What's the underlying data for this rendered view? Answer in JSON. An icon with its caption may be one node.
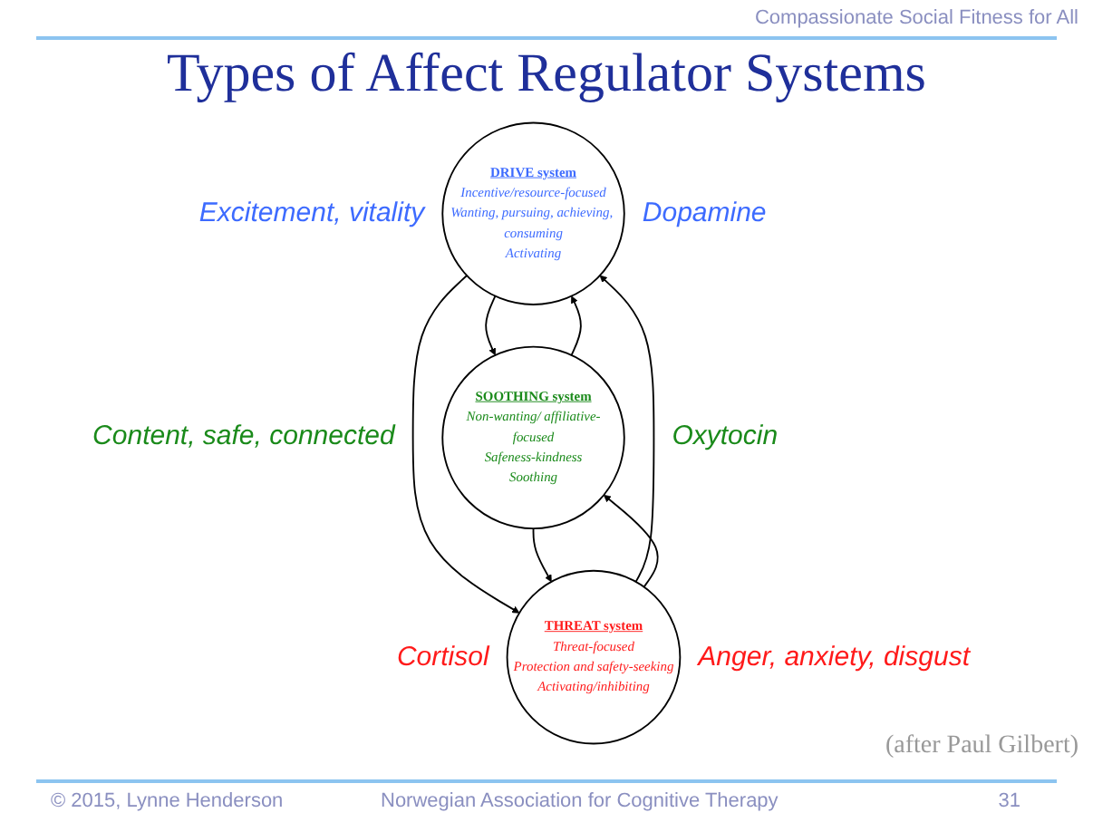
{
  "diagram": {
    "title": "Types of Affect Regulator Systems",
    "nodes": [
      {
        "text": [
          "DRIVE system",
          "Incentive/resource-focused",
          "Wanting, pursuing, achieving, consuming",
          "Activating"
        ],
        "beside": [
          "Excitement, vitality",
          "Dopamine"
        ]
      },
      {
        "text": [
          "SOOTHING system",
          "Non-wanting/ affiliative-focused",
          "Safeness-kindness",
          "Soothing"
        ],
        "beside": [
          "Content, safe, connected",
          "Oxytocin"
        ]
      },
      {
        "text": [
          "THREAT system",
          "Threat-focused",
          "Protection and safety-seeking",
          "Activating/inhibiting"
        ],
        "beside": [
          "Cortisol",
          "Anger, anxiety, disgust"
        ]
      }
    ],
    "edges": [
      {
        "from": 1,
        "to": 0,
        "arrow": "to"
      },
      {
        "from": 0,
        "to": 1,
        "arrow": "to"
      },
      {
        "from": 0,
        "to": 2,
        "arrow": "to"
      },
      {
        "from": 2,
        "to": 0,
        "arrow": "to"
      },
      {
        "from": 2,
        "to": 1,
        "arrow": "to"
      },
      {
        "from": 1,
        "to": 2,
        "arrow": "to"
      }
    ],
    "labels": [
      "Compassionate Social Fitness for All",
      "(after Paul Gilbert)",
      "© 2015, Lynne Henderson",
      "Norwegian Association for Cognitive Therapy",
      "31"
    ]
  }
}
